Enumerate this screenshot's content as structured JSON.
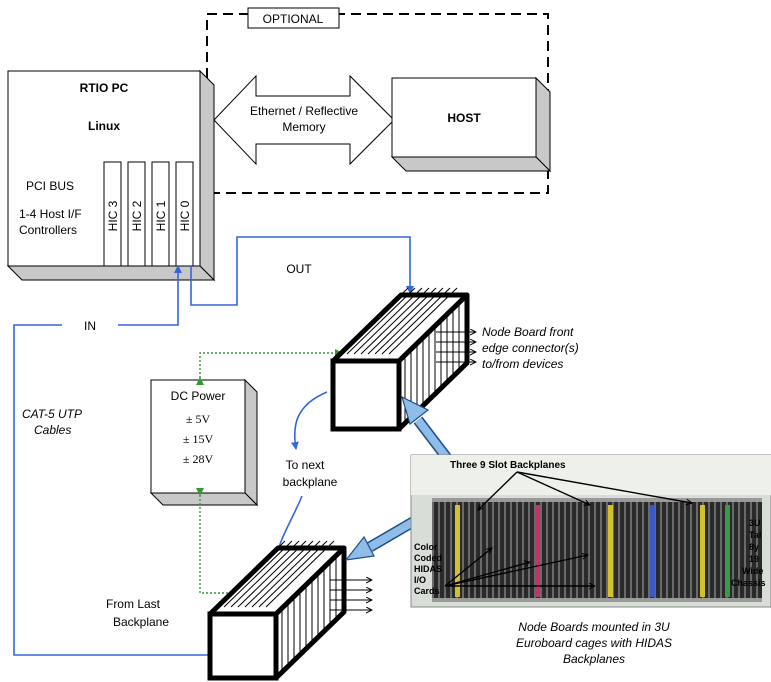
{
  "optional": {
    "label": "OPTIONAL"
  },
  "rtio_pc": {
    "title": "RTIO PC",
    "os": "Linux",
    "bus": "PCI BUS",
    "controllers_line1": "1-4 Host I/F",
    "controllers_line2": "Controllers"
  },
  "hic_slots": [
    "HIC 3",
    "HIC 2",
    "HIC 1",
    "HIC 0"
  ],
  "link": {
    "line1": "Ethernet / Reflective",
    "line2": "Memory"
  },
  "host": {
    "label": "HOST"
  },
  "signals": {
    "out": "OUT",
    "in": "IN"
  },
  "cables": {
    "line1": "CAT-5 UTP",
    "line2": "Cables"
  },
  "dc_power": {
    "title": "DC Power",
    "v5": "± 5V",
    "v15": "± 15V",
    "v28": "± 28V"
  },
  "to_next": {
    "line1": "To next",
    "line2": "backplane"
  },
  "from_last": {
    "line1": "From Last",
    "line2": "Backplane"
  },
  "node_front": {
    "line1": "Node Board front",
    "line2": "edge connector(s)",
    "line3": "to/from devices"
  },
  "photo": {
    "backplanes": "Three 9 Slot Backplanes",
    "left_line1": "Color",
    "left_line2": "Coded",
    "left_line3": "HIDAS",
    "left_line4": "I/O",
    "left_line5": "Cards",
    "right_line1": "3U",
    "right_line2": "Tal",
    "right_line3": "8y",
    "right_line4": "19",
    "right_line5": "Wide",
    "right_line6": "Chassis"
  },
  "caption": {
    "line1": "Node Boards mounted in 3U",
    "line2": "Euroboard cages with HIDAS",
    "line3": "Backplanes"
  },
  "colors": {
    "signal_line": "#3366dd",
    "power_line": "#339933",
    "callout": "#8fbde8",
    "shadow": "#c8c8c8"
  }
}
